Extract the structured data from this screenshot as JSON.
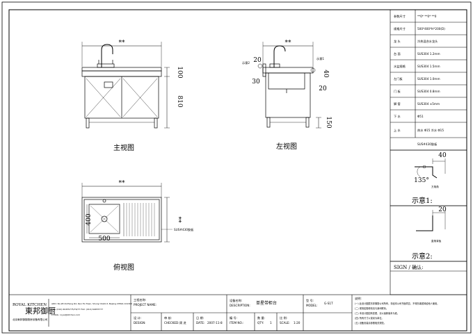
{
  "views": {
    "front_label": "主视图",
    "left_label": "左视图",
    "top_label": "俯视图"
  },
  "dims": {
    "front_width": "**",
    "front_h1": "100",
    "front_h2": "810",
    "left_d1": "20",
    "left_d2": "30",
    "left_d3": "40",
    "left_d4": "20",
    "left_h": "150",
    "left_note1": "示意2",
    "left_note2": "示意1",
    "left_top": "**",
    "top_width": "**",
    "top_depth": "**",
    "top_sink_w": "500",
    "top_sink_d": "400",
    "top_note": "SUS#430胶板"
  },
  "spec_table": [
    {
      "label": "参数尺寸",
      "value": "**0*  **0*  **0"
    },
    {
      "label": "规格尺寸",
      "value": "500*400*H*200(D)"
    },
    {
      "label": "龙  头",
      "value": "冷热混合水龙头"
    },
    {
      "label": "台  面",
      "value": "SUS304 1.2mm"
    },
    {
      "label": "水盆规格",
      "value": "SUS304 1.5mm"
    },
    {
      "label": "左门板",
      "value": "SUS304 1.0mm"
    },
    {
      "label": "门  板",
      "value": "SUS304 0.8mm"
    },
    {
      "label": "脚  管",
      "value": "SUS304 ±5mm"
    },
    {
      "label": "下  水",
      "value": "Φ51"
    },
    {
      "label": "上  水",
      "value": "热水 Φ15   冷水 Φ15"
    },
    {
      "label": "",
      "value": "SUS#430胶板"
    }
  ],
  "detail1": {
    "dim_top": "40",
    "dim_angle": "135°",
    "caption_small": "方角角",
    "caption": "示意1:"
  },
  "detail2": {
    "dim_top": "20",
    "caption_small": "直角背板",
    "caption": "示意2:"
  },
  "sign_label": "SIGN / 确认:",
  "title_block": {
    "company_en": "ROYAL KITCHEN",
    "company_cn": "東邦御厨",
    "company_full": "北京東邦御厨厨房设备有限公司",
    "contact_en": "ADD: No.28 XinHang Rd, Ren Ho Town, Shunyi District, Beijing CHINA 101300",
    "contact_tel": "TEL: (010) 60455775/76/77   FAX: (010) 60455777",
    "contact_mail": "E-MAIL: royal@kitchen.com",
    "project_label": "工程名称:",
    "project_label_en": "PROJECT NAME:",
    "design_label": "设  计:",
    "design_label_en": "DESIGN:",
    "designer": "",
    "check_label": "审  核:",
    "check_label_en": "CHECKED:",
    "checker": "周  进",
    "date_label": "日  期:",
    "date_label_en": "DATE:",
    "date_value": "2007-11-8",
    "desc_label": "设备名称:",
    "desc_label_en": "DESCRIPTION:",
    "desc_value": "单星带柜台",
    "item_label": "编  号:",
    "item_label_en": "ITEM NO.:",
    "item_value": "",
    "qty_label": "数  量:",
    "qty_label_en": "QTY:",
    "qty_value": "1",
    "model_label": "型  号:",
    "model_label_en": "MODEL:",
    "model_value": "G-S1T",
    "scale_label": "比  例:",
    "scale_label_en": "SCALE:",
    "scale_value": "1:20",
    "notes_title": "说明:",
    "notes": [
      "(一) 此设计图属东邦御厨公司所有，非经本公司书面同意，不得抄袭或转给他人使用。",
      "(二) 现场如需修改请与我司联系。",
      "(三) 本设计图如有变更，请以最新版本为准。",
      "(四) 所有尺寸以毫米为单位。",
      "(五) 设备安装请参照相关规范。"
    ]
  }
}
